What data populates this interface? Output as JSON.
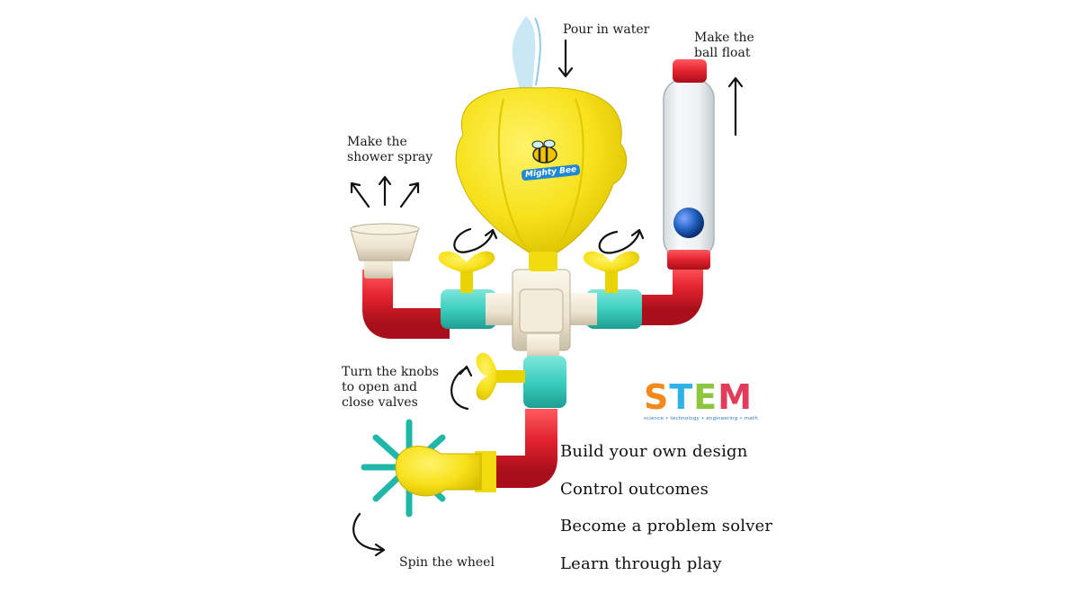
{
  "labels": {
    "pour": "Pour in water",
    "ball": "Make the\nball float",
    "shower": "Make the\nshower spray",
    "knobs": "Turn the knobs\nto open and\nclose valves",
    "spin": "Spin the wheel"
  },
  "benefits": [
    "Build your own design",
    "Control outcomes",
    "Become a problem solver",
    "Learn through play"
  ],
  "brand": "Mighty Bee",
  "stem": {
    "letters": [
      "S",
      "T",
      "E",
      "M"
    ],
    "subtitle": "science • technology • engineering • math"
  },
  "colors": {
    "yellow": "#f7e11a",
    "red": "#e3232f",
    "teal": "#3ccfc0",
    "cream": "#ece3cf",
    "blue": "#1f5fbf"
  }
}
